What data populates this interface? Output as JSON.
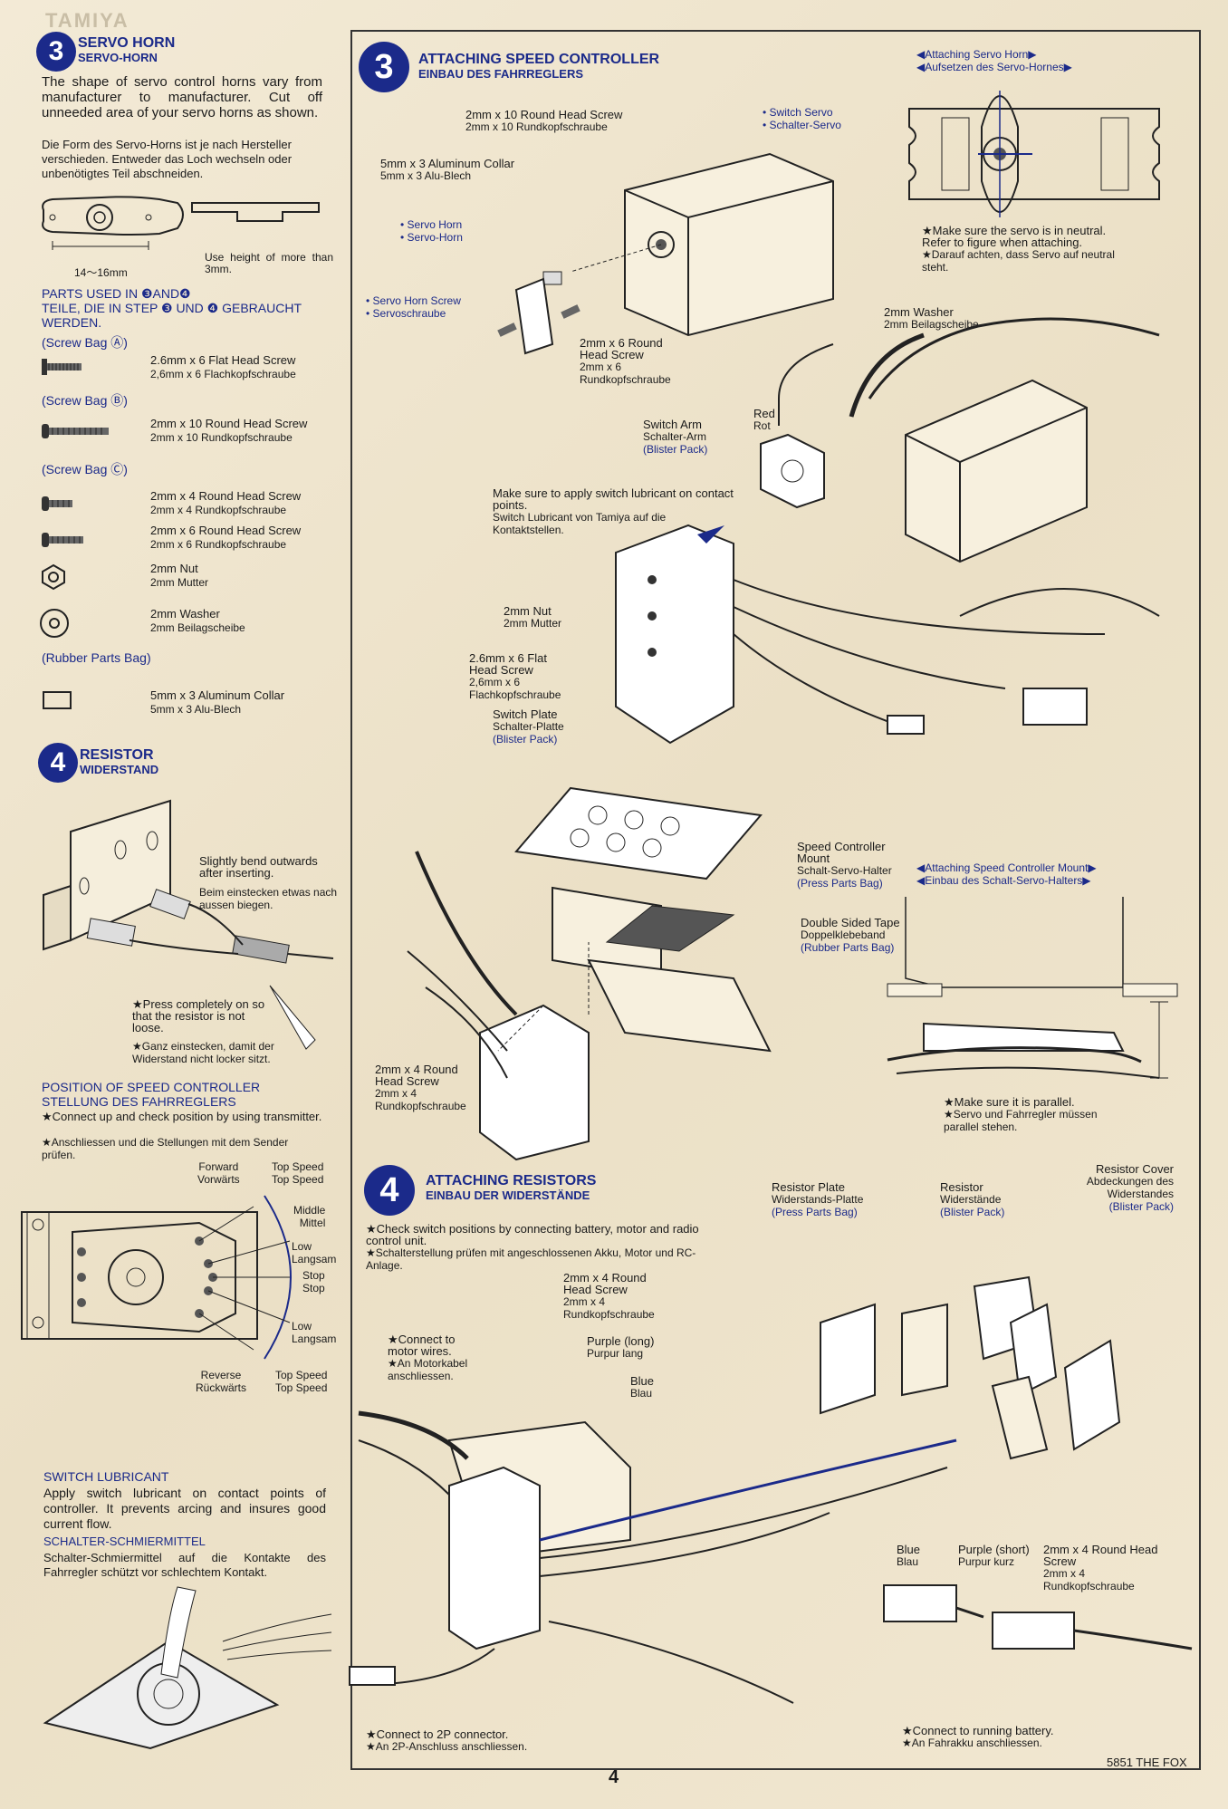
{
  "faded_header": "TAMIYA",
  "left": {
    "servo_horn": {
      "num": "3",
      "title_en": "SERVO HORN",
      "title_de": "SERVO-HORN",
      "text_en": "The shape of servo control horns vary from manufacturer to manufacturer. Cut off unneeded area of your servo horns as shown.",
      "text_de": "Die Form des Servo-Horns ist je nach Hersteller verschieden. Entweder das Loch wechseln oder unbenötigtes Teil abschneiden.",
      "dim": "14〜16mm",
      "height_note": "Use height of more than 3mm."
    },
    "parts_used": {
      "title_en": "PARTS USED IN ❸AND❹",
      "title_de": "TEILE, DIE IN STEP ❸ UND ❹ GEBRAUCHT WERDEN.",
      "bag_a": "(Screw Bag Ⓐ)",
      "bag_b": "(Screw Bag Ⓑ)",
      "bag_c": "(Screw Bag Ⓒ)",
      "bag_rubber": "(Rubber Parts Bag)",
      "p1_en": "2.6mm x 6 Flat Head Screw",
      "p1_de": "2,6mm x 6 Flachkopfschraube",
      "p2_en": "2mm x 10 Round Head Screw",
      "p2_de": "2mm x 10 Rundkopfschraube",
      "p3_en": "2mm x 4 Round Head Screw",
      "p3_de": "2mm x 4 Rundkopfschraube",
      "p4_en": "2mm x 6 Round Head Screw",
      "p4_de": "2mm x 6 Rundkopfschraube",
      "p5_en": "2mm Nut",
      "p5_de": "2mm Mutter",
      "p6_en": "2mm Washer",
      "p6_de": "2mm Beilagscheibe",
      "p7_en": "5mm x 3 Aluminum Collar",
      "p7_de": "5mm x 3 Alu-Blech"
    },
    "resistor": {
      "num": "4",
      "title_en": "RESISTOR",
      "title_de": "WIDERSTAND",
      "bend_en": "Slightly bend outwards after inserting.",
      "bend_de": "Beim einstecken etwas nach aussen biegen.",
      "press_en": "★Press completely on so that the resistor is not loose.",
      "press_de": "★Ganz einstecken, damit der Widerstand nicht locker sitzt."
    },
    "position": {
      "title_en": "POSITION OF SPEED CONTROLLER",
      "title_de": "STELLUNG DES FAHRREGLERS",
      "note_en": "★Connect up and check position by using transmitter.",
      "note_de": "★Anschliessen und die Stellungen mit dem Sender prüfen.",
      "forward": "Forward",
      "forward_de": "Vorwärts",
      "top_speed": "Top Speed",
      "middle": "Middle",
      "middle_de": "Mittel",
      "low": "Low",
      "low_de": "Langsam",
      "stop": "Stop",
      "reverse": "Reverse",
      "reverse_de": "Rückwärts"
    },
    "switch": {
      "title_en": "SWITCH LUBRICANT",
      "text_en": "Apply switch lubricant on contact points of controller. It prevents arcing and insures good current flow.",
      "title_de": "SCHALTER-SCHMIERMITTEL",
      "text_de": "Schalter-Schmiermittel auf die Kontakte des Fahrregler schützt vor schlechtem Kontakt."
    }
  },
  "right": {
    "step3": {
      "num": "3",
      "title_en": "ATTACHING SPEED CONTROLLER",
      "title_de": "EINBAU DES FAHRREGLERS",
      "attach_horn_en": "◀Attaching Servo Horn▶",
      "attach_horn_de": "◀Aufsetzen des Servo-Hornes▶",
      "neutral_en": "★Make sure the servo is in neutral.",
      "refer_en": "Refer to figure when attaching.",
      "neutral_de": "★Darauf achten, dass Servo auf neutral steht.",
      "l_10rhs_en": "2mm x 10 Round Head Screw",
      "l_10rhs_de": "2mm x 10 Rundkopfschraube",
      "l_collar_en": "5mm x 3 Aluminum Collar",
      "l_collar_de": "5mm x 3 Alu-Blech",
      "l_switch_servo_en": "• Switch Servo",
      "l_switch_servo_de": "• Schalter-Servo",
      "l_horn_en": "• Servo Horn",
      "l_horn_de": "• Servo-Horn",
      "l_horn_screw_en": "• Servo Horn Screw",
      "l_horn_screw_de": "• Servoschraube",
      "l_6rhs_en": "2mm x 6 Round Head Screw",
      "l_6rhs_de": "2mm x 6 Rundkopfschraube",
      "l_washer_en": "2mm Washer",
      "l_washer_de": "2mm Beilagscheibe",
      "l_arm_en": "Switch Arm",
      "l_arm_de": "Schalter-Arm",
      "l_arm_bag": "(Blister Pack)",
      "l_red_en": "Red",
      "l_red_de": "Rot",
      "l_lube_en": "Make sure to apply switch lubricant on contact points.",
      "l_lube_de": "Switch Lubricant von Tamiya auf die Kontaktstellen.",
      "l_nut_en": "2mm Nut",
      "l_nut_de": "2mm Mutter",
      "l_flat_en": "2.6mm x 6 Flat Head Screw",
      "l_flat_de": "2,6mm x 6 Flachkopfschraube",
      "l_plate_en": "Switch Plate",
      "l_plate_de": "Schalter-Platte",
      "l_plate_bag": "(Blister Pack)",
      "l_mount_en": "Speed Controller Mount",
      "l_mount_de": "Schalt-Servo-Halter",
      "l_mount_bag": "(Press Parts Bag)",
      "l_tape_en": "Double Sided Tape",
      "l_tape_de": "Doppelklebeband",
      "l_tape_bag": "(Rubber Parts Bag)",
      "attach_mount_en": "◀Attaching Speed Controller Mount▶",
      "attach_mount_de": "◀Einbau des Schalt-Servo-Halters▶",
      "parallel_en": "★Make sure it is parallel.",
      "parallel_de": "★Servo und Fahrregler müssen parallel stehen.",
      "l_4rhs_en": "2mm x 4 Round Head Screw",
      "l_4rhs_de": "2mm x 4 Rundkopfschraube"
    },
    "step4": {
      "num": "4",
      "title_en": "ATTACHING RESISTORS",
      "title_de": "EINBAU DER WIDERSTÄNDE",
      "check_en": "★Check switch positions by connecting battery, motor and radio control unit.",
      "check_de": "★Schalterstellung prüfen mit angeschlossenen Akku, Motor und RC-Anlage.",
      "l_rplate_en": "Resistor Plate",
      "l_rplate_de": "Widerstands-Platte",
      "l_rplate_bag": "(Press Parts Bag)",
      "l_resistor_en": "Resistor",
      "l_resistor_de": "Widerstände",
      "l_resistor_bag": "(Blister Pack)",
      "l_cover_en": "Resistor Cover",
      "l_cover_de": "Abdeckungen des Widerstandes",
      "l_cover_bag": "(Blister Pack)",
      "l_4rhs_en": "2mm x 4 Round Head Screw",
      "l_4rhs_de": "2mm x 4 Rundkopfschraube",
      "l_motor_en": "★Connect to motor wires.",
      "l_motor_de": "★An Motorkabel anschliessen.",
      "l_purple_long_en": "Purple (long)",
      "l_purple_long_de": "Purpur lang",
      "l_blue_en": "Blue",
      "l_blue_de": "Blau",
      "l_purple_short_en": "Purple (short)",
      "l_purple_short_de": "Purpur kurz",
      "l_2p_en": "★Connect to 2P connector.",
      "l_2p_de": "★An 2P-Anschluss anschliessen.",
      "l_battery_en": "★Connect to running battery.",
      "l_battery_de": "★An Fahrakku anschliessen."
    }
  },
  "page_number": "4",
  "footer": "5851  THE FOX",
  "colors": {
    "accent": "#1b2a8a",
    "paper": "#efe6d2",
    "line": "#222222"
  }
}
